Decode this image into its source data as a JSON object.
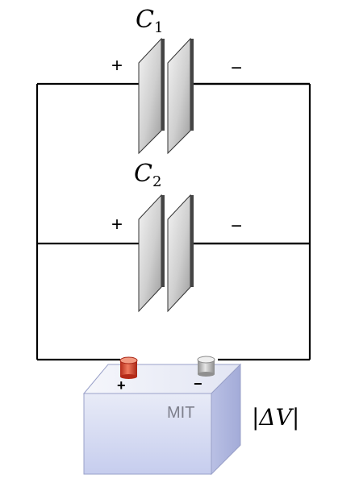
{
  "capacitors": [
    {
      "label_base": "C",
      "label_sub": "1",
      "plus_sign": "+",
      "minus_sign": "−"
    },
    {
      "label_base": "C",
      "label_sub": "2",
      "plus_sign": "+",
      "minus_sign": "−"
    }
  ],
  "battery": {
    "brand": "MIT",
    "plus_terminal_sign": "+",
    "minus_terminal_sign": "−",
    "voltage_label": "|ΔV|",
    "positive_terminal_color": "#d9432b",
    "negative_terminal_color": "#c9c9c9",
    "body_color": "#d7dcf1"
  }
}
